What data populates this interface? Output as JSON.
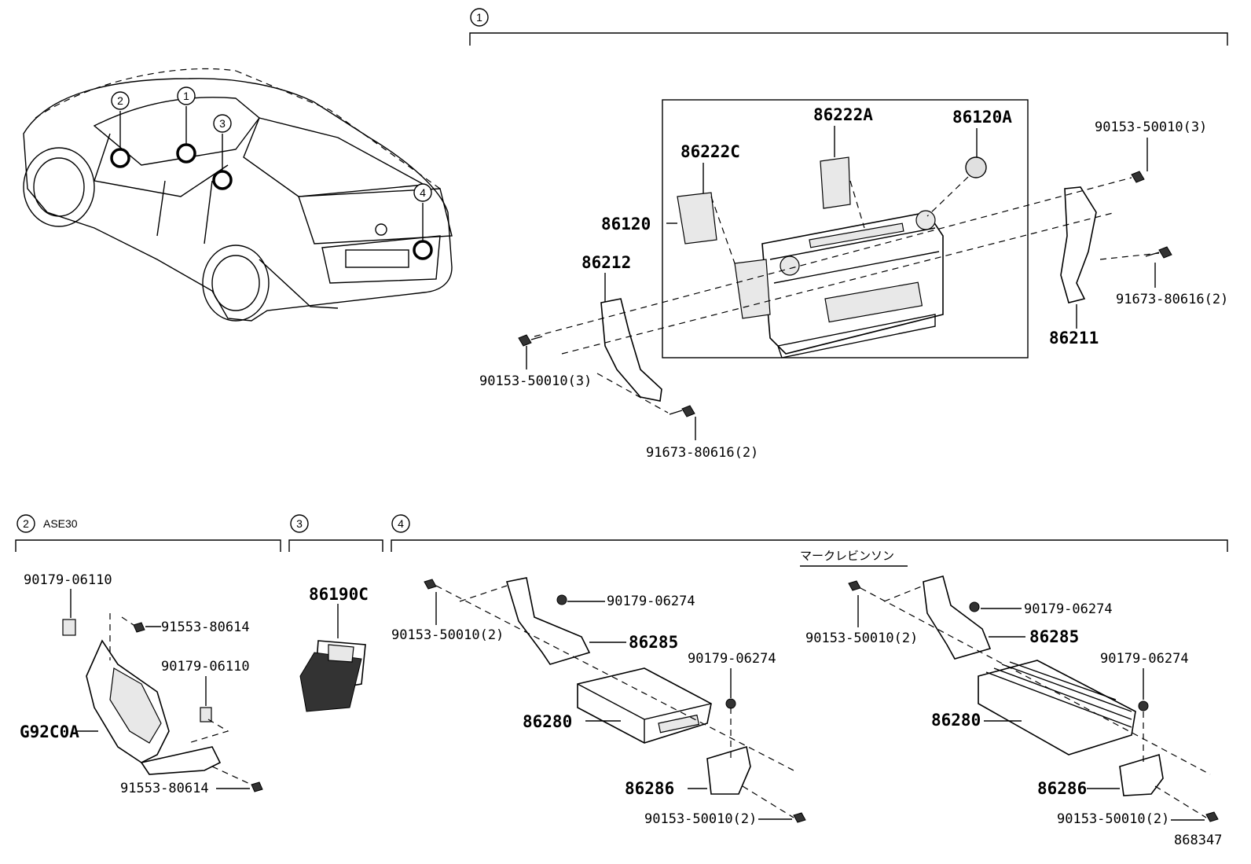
{
  "sections": {
    "s1": "1",
    "s2": "2",
    "s3": "3",
    "s4": "4",
    "s2_model": "ASE30",
    "brand_note": "マークレビンソン"
  },
  "car_markers": [
    "2",
    "1",
    "3",
    "4"
  ],
  "parts": {
    "p86222A": "86222A",
    "p86120A": "86120A",
    "p86222C": "86222C",
    "p86120": "86120",
    "p86212": "86212",
    "p86211": "86211",
    "p90153_50010_3_left": "90153-50010(3)",
    "p90153_50010_3_right": "90153-50010(3)",
    "p91673_80616_2_left": "91673-80616(2)",
    "p91673_80616_2_right": "91673-80616(2)",
    "p90179_06110_a": "90179-06110",
    "p90179_06110_b": "90179-06110",
    "p91553_80614_a": "91553-80614",
    "p91553_80614_b": "91553-80614",
    "pG92C0A": "G92C0A",
    "p86190C": "86190C",
    "s4a_90153": "90153-50010(2)",
    "s4a_90179_top": "90179-06274",
    "s4a_86285": "86285",
    "s4a_90179_mid": "90179-06274",
    "s4a_86280": "86280",
    "s4a_86286": "86286",
    "s4a_90153_bottom": "90153-50010(2)",
    "s4b_90153": "90153-50010(2)",
    "s4b_90179_top": "90179-06274",
    "s4b_86285": "86285",
    "s4b_90179_mid": "90179-06274",
    "s4b_86280": "86280",
    "s4b_86286": "86286",
    "s4b_90153_bottom": "90153-50010(2)"
  },
  "diagram_id": "868347"
}
